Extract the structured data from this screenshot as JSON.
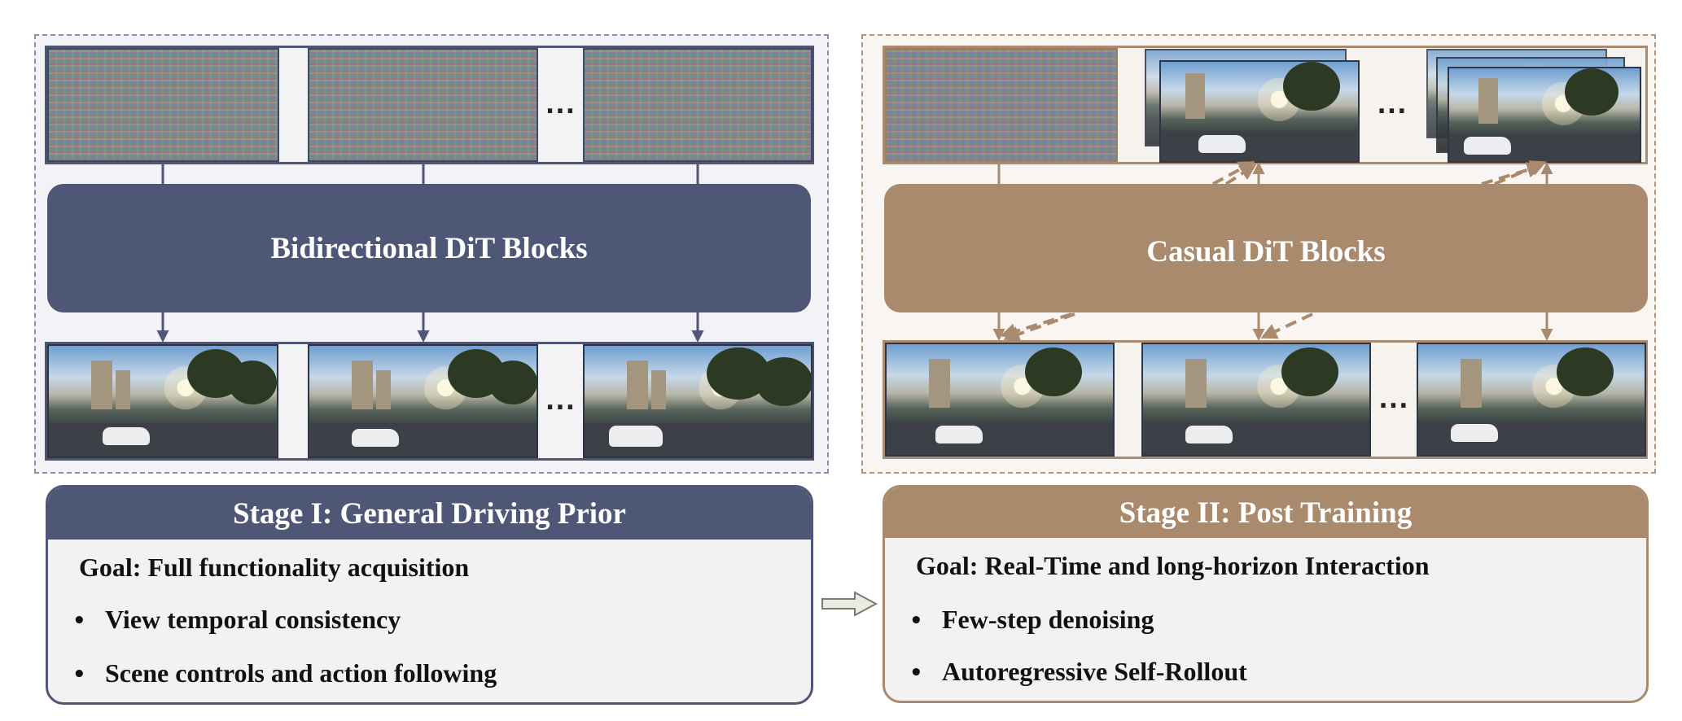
{
  "stage1": {
    "block_label": "Bidirectional DiT Blocks",
    "ellipsis_top": "...",
    "ellipsis_bottom": "...",
    "title": "Stage I: General Driving Prior",
    "goal": "Goal: Full functionality acquisition",
    "bullets": [
      "View temporal consistency",
      "Scene controls and action following"
    ]
  },
  "stage2": {
    "block_label": "Casual DiT Blocks",
    "ellipsis_top": "...",
    "ellipsis_bottom": "...",
    "title": "Stage II: Post Training",
    "goal": "Goal: Real-Time and long-horizon Interaction",
    "bullets": [
      "Few-step denoising",
      "Autoregressive Self-Rollout"
    ]
  },
  "bullet_char": "•",
  "colors": {
    "stage1": "#4f5777",
    "stage2": "#a98a6c",
    "arrow": "#ecebe1"
  }
}
